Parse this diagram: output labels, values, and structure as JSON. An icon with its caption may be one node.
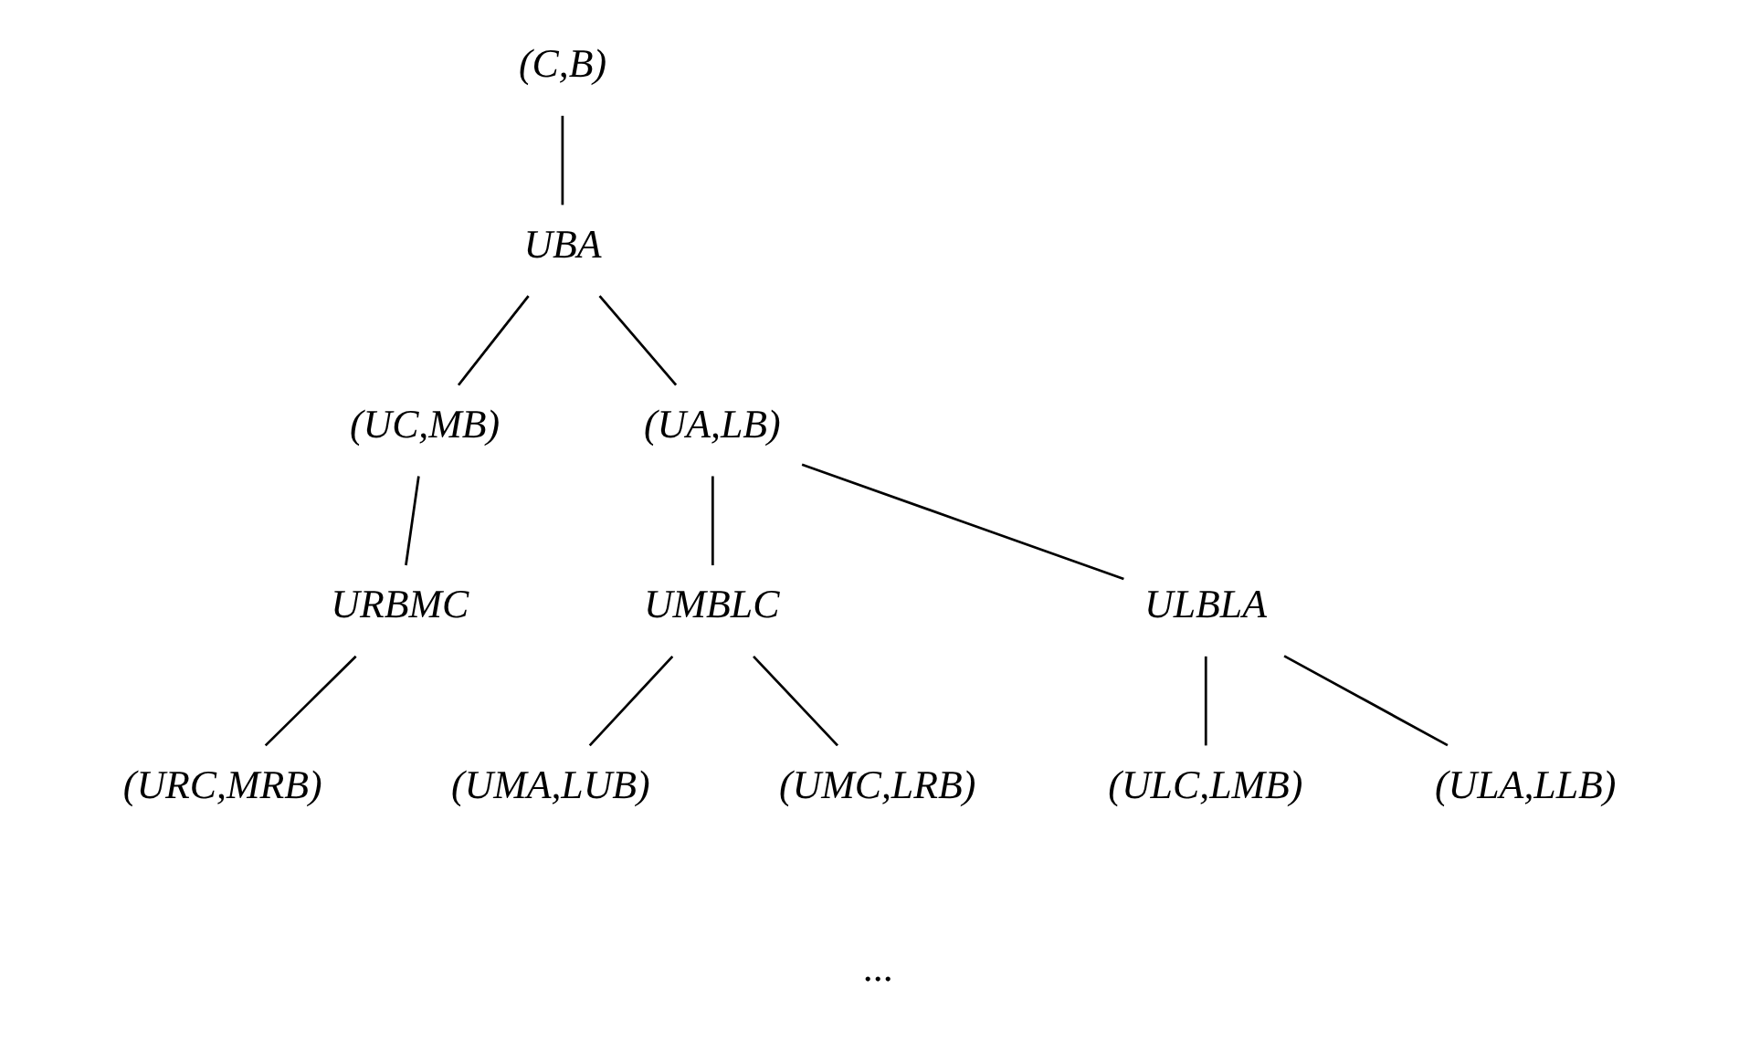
{
  "diagram": {
    "nodes": [
      {
        "text": [
          "(C,B)"
        ]
      },
      {
        "text": [
          "UBA"
        ]
      },
      {
        "text": [
          "(UC,MB)"
        ]
      },
      {
        "text": [
          "(UA,LB)"
        ]
      },
      {
        "text": [
          "URBMC"
        ]
      },
      {
        "text": [
          "UMBLC"
        ]
      },
      {
        "text": [
          "ULBLA"
        ]
      },
      {
        "text": [
          "(URC,MRB)"
        ]
      },
      {
        "text": [
          "(UMA,LUB)"
        ]
      },
      {
        "text": [
          "(UMC,LRB)"
        ]
      },
      {
        "text": [
          "(ULC,LMB)"
        ]
      },
      {
        "text": [
          "(ULA,LLB)"
        ]
      }
    ],
    "edges": [
      {
        "from": 0,
        "to": 1,
        "arrow": "none"
      },
      {
        "from": 1,
        "to": 2,
        "arrow": "none"
      },
      {
        "from": 1,
        "to": 3,
        "arrow": "none"
      },
      {
        "from": 2,
        "to": 4,
        "arrow": "none"
      },
      {
        "from": 3,
        "to": 5,
        "arrow": "none"
      },
      {
        "from": 3,
        "to": 6,
        "arrow": "none"
      },
      {
        "from": 4,
        "to": 7,
        "arrow": "none"
      },
      {
        "from": 5,
        "to": 8,
        "arrow": "none"
      },
      {
        "from": 5,
        "to": 9,
        "arrow": "none"
      },
      {
        "from": 6,
        "to": 10,
        "arrow": "none"
      },
      {
        "from": 6,
        "to": 11,
        "arrow": "none"
      }
    ],
    "labels": [
      "..."
    ]
  }
}
